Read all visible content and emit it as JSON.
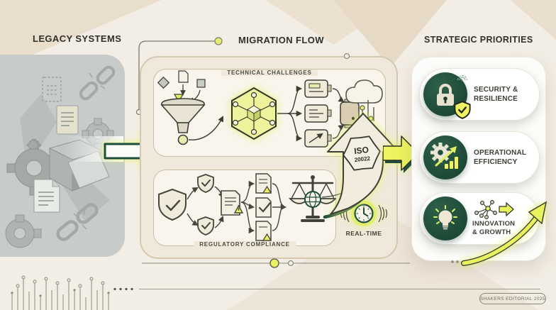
{
  "titles": {
    "legacy": "LEGACY SYSTEMS",
    "migration": "MIGRATION FLOW",
    "strategic": "STRATEGIC PRIORITIES"
  },
  "migration": {
    "technical_label": "TECHNICAL CHALLENGES",
    "regulatory_label": "REGULATORY COMPLIANCE",
    "realtime_label": "REAL-TIME",
    "iso_badge": {
      "line1": "ISO",
      "line2": "20022"
    }
  },
  "priorities": {
    "items": [
      {
        "icon": "lock-icon",
        "line1": "SECURITY &",
        "line2": "RESILIENCE"
      },
      {
        "icon": "gear-growth-icon",
        "line1": "OPERATIONAL",
        "line2": "EFFICIENCY"
      },
      {
        "icon": "lightbulb-icon",
        "line1": "INNOVATION",
        "line2": "& GROWTH"
      }
    ]
  },
  "footer": {
    "credit": "SHAKERS EDITORIAL 2025"
  },
  "colors": {
    "background": "#f3eee5",
    "diamond_beige": "#e9ddcc",
    "panel_gray": "#c7cbc9",
    "container_tan": "#f0e9db",
    "dark_green": "#1f4e3c",
    "accent_yellow": "#e8f263",
    "text_dark": "#32332b"
  }
}
